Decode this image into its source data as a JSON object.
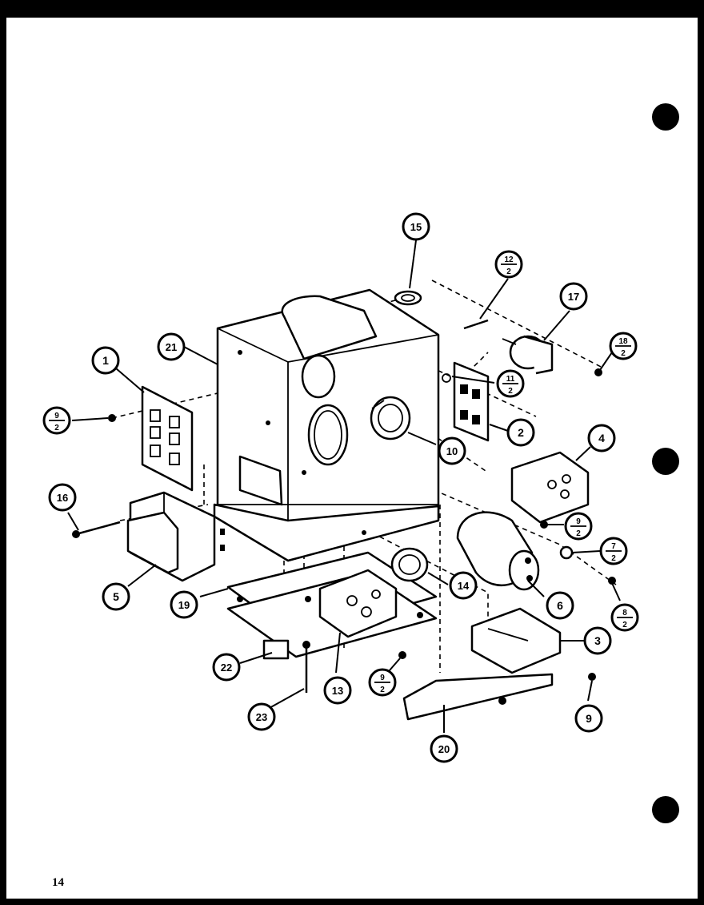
{
  "page_number": "14",
  "colors": {
    "background": "#000000",
    "paper": "#ffffff",
    "ink": "#000000"
  },
  "callouts": [
    {
      "key": "c1",
      "label": "1"
    },
    {
      "key": "c2",
      "label": "2"
    },
    {
      "key": "c3",
      "label": "3"
    },
    {
      "key": "c4",
      "label": "4"
    },
    {
      "key": "c5",
      "label": "5"
    },
    {
      "key": "c6",
      "label": "6"
    },
    {
      "key": "c9",
      "label": "9"
    },
    {
      "key": "c10",
      "label": "10"
    },
    {
      "key": "c13",
      "label": "13"
    },
    {
      "key": "c14",
      "label": "14"
    },
    {
      "key": "c15",
      "label": "15"
    },
    {
      "key": "c16",
      "label": "16"
    },
    {
      "key": "c17",
      "label": "17"
    },
    {
      "key": "c19",
      "label": "19"
    },
    {
      "key": "c20",
      "label": "20"
    },
    {
      "key": "c21",
      "label": "21"
    },
    {
      "key": "c22",
      "label": "22"
    },
    {
      "key": "c23",
      "label": "23"
    }
  ],
  "fraction_callouts": [
    {
      "key": "f9_2_left",
      "top": "9",
      "bottom": "2"
    },
    {
      "key": "f12_2",
      "top": "12",
      "bottom": "2"
    },
    {
      "key": "f18_2",
      "top": "18",
      "bottom": "2"
    },
    {
      "key": "f11_2",
      "top": "11",
      "bottom": "2"
    },
    {
      "key": "f9_2_right",
      "top": "9",
      "bottom": "2"
    },
    {
      "key": "f7_2",
      "top": "7",
      "bottom": "2"
    },
    {
      "key": "f8_2",
      "top": "8",
      "bottom": "2"
    },
    {
      "key": "f9_2_bottom",
      "top": "9",
      "bottom": "2"
    }
  ]
}
